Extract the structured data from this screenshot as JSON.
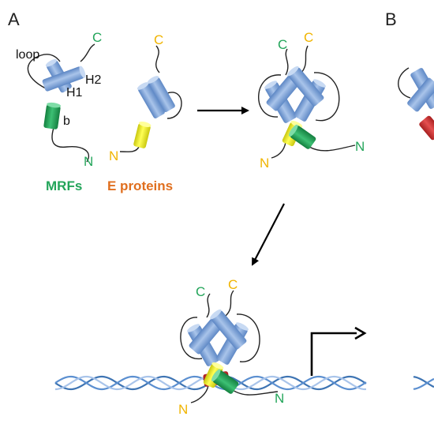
{
  "panels": {
    "a": "A",
    "b": "B"
  },
  "labels": {
    "loop": "loop",
    "helix1": "H1",
    "helix2": "H2",
    "basic": "b",
    "c_terminus": "C",
    "n_terminus": "N"
  },
  "captions": {
    "mrfs": "MRFs",
    "e_proteins": "E proteins"
  },
  "colors": {
    "mrf_green": "#1e9c52",
    "mrf_text": "#23a55a",
    "e_yellow": "#e8e623",
    "e_text_orange": "#e06f1f",
    "terminus_yellow": "#f0b400",
    "helix_blue": "#7ea6dc",
    "dna_blue": "#3e74b3",
    "ebox_red": "#d43030"
  }
}
